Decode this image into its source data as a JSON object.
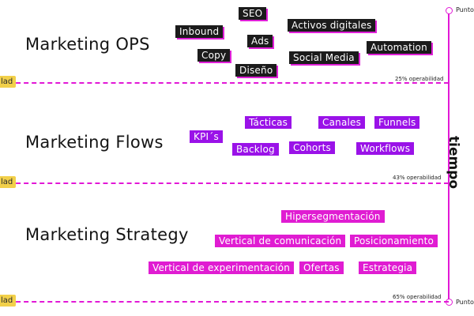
{
  "sections": {
    "ops": {
      "title": "Marketing OPS",
      "tags": [
        "SEO",
        "Inbound",
        "Activos digitales",
        "Ads",
        "Copy",
        "Social Media",
        "Automation",
        "Diseño"
      ],
      "operability": "25% operabilidad",
      "side_label": "lad"
    },
    "flows": {
      "title": "Marketing Flows",
      "tags": [
        "Tácticas",
        "Canales",
        "Funnels",
        "KPI´s",
        "Backlog",
        "Cohorts",
        "Workflows"
      ],
      "operability": "43% operabilidad",
      "side_label": "lad"
    },
    "strategy": {
      "title": "Marketing Strategy",
      "tags": [
        "Hipersegmentación",
        "Vertical de comunicación",
        "Posicionamiento",
        "Vertical de experimentación",
        "Ofertas",
        "Estrategia"
      ],
      "operability": "65% operabilidad",
      "side_label": "lad"
    }
  },
  "axis": {
    "label": "tiempo",
    "top_point": "Punto",
    "bottom_point": "Punto"
  },
  "colors": {
    "accent_pink": "#e218d6",
    "tag_dark": "#1b1b1b",
    "tag_purple": "#9a12e8",
    "tag_pink": "#e01cd2",
    "side_label_yellow": "#f2d04a"
  }
}
